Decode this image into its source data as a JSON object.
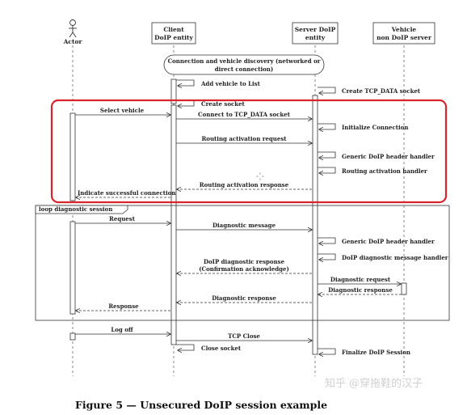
{
  "lifelines": {
    "actor": "Actor",
    "client": [
      "Client",
      "DoIP entity"
    ],
    "server": [
      "Server DoIP",
      "entity"
    ],
    "vehicle": [
      "Vehicle",
      "non DoIP server"
    ]
  },
  "discovery_note": [
    "Connection and vehicle discovery (networked or",
    "direct connection)"
  ],
  "messages": {
    "add_vehicle": "Add vehicle to List",
    "create_tcp_data_socket": "Create TCP_DATA socket",
    "create_socket": "Create socket",
    "select_vehicle": "Select vehicle",
    "connect_tcp": "Connect to TCP_DATA socket",
    "initialize_connection": "Initialize Connection",
    "routing_activation_request": "Routing activation request",
    "generic_header_handler_1": "Generic DoIP header handler",
    "routing_activation_handler": "Routing activation handler",
    "routing_activation_response": "Routing activation response",
    "indicate_success": "Indicate successful connection",
    "request": "Request",
    "diagnostic_message": "Diagnostic message",
    "generic_header_handler_2": "Generic DoIP header handler",
    "diagnostic_message_handler": "DoIP diagnostic message handler",
    "doip_diag_response": "DoIP diagnostic response",
    "confirmation_ack": "(Confirmation acknowledge)",
    "diagnostic_request": "Diagnostic request",
    "diagnostic_response_vehicle": "Diagnostic response",
    "diagnostic_response": "Diagnostic response",
    "response": "Response",
    "log_off": "Log off",
    "tcp_close": "TCP Close",
    "close_socket": "Close socket",
    "finalize_session": "Finalize DoIP Session"
  },
  "loop_label": "loop diagnostic session",
  "caption": "Figure 5 — Unsecured DoIP session example",
  "watermark": "知乎 @穿拖鞋的汉子",
  "colors": {
    "highlight": "#d8242c",
    "line": "#333333",
    "dashed": "#555555"
  }
}
